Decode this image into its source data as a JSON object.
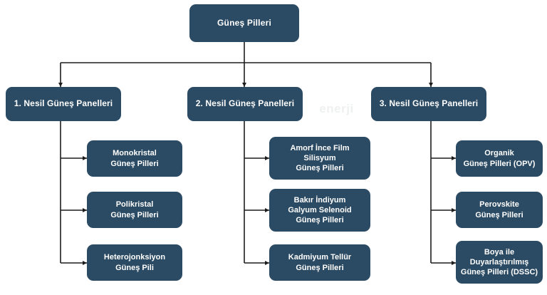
{
  "diagram": {
    "type": "hierarchy-tree",
    "title": "Güneş Pilleri",
    "colors": {
      "node_fill": "#2b4a63",
      "node_text": "#ffffff",
      "connector": "#1d1d1d",
      "background": "#ffffff",
      "watermark": "#eef1f0"
    },
    "watermark_label": "enerji",
    "root": {
      "label": "Güneş Pilleri"
    },
    "branches": [
      {
        "parent": {
          "label": "1. Nesil Güneş Panelleri"
        },
        "children": [
          {
            "label": "Monokristal\nGüneş Pilleri"
          },
          {
            "label": "Polikristal\nGüneş Pilleri"
          },
          {
            "label": "Heterojonksiyon\nGüneş Pili"
          }
        ]
      },
      {
        "parent": {
          "label": "2. Nesil Güneş Panelleri"
        },
        "children": [
          {
            "label": "Amorf İnce Film\nSilisyum\nGüneş Pilleri"
          },
          {
            "label": "Bakır İndiyum\nGalyum Selenoid\nGüneş Pilleri"
          },
          {
            "label": "Kadmiyum Tellür\nGüneş Pilleri"
          }
        ]
      },
      {
        "parent": {
          "label": "3. Nesil Güneş Panelleri"
        },
        "children": [
          {
            "label": "Organik\nGüneş Pilleri (OPV)"
          },
          {
            "label": "Perovskite\nGüneş Pilleri"
          },
          {
            "label": "Boya ile\nDuyarlaştırılmış\nGüneş Pilleri (DSSC)"
          }
        ]
      }
    ]
  }
}
